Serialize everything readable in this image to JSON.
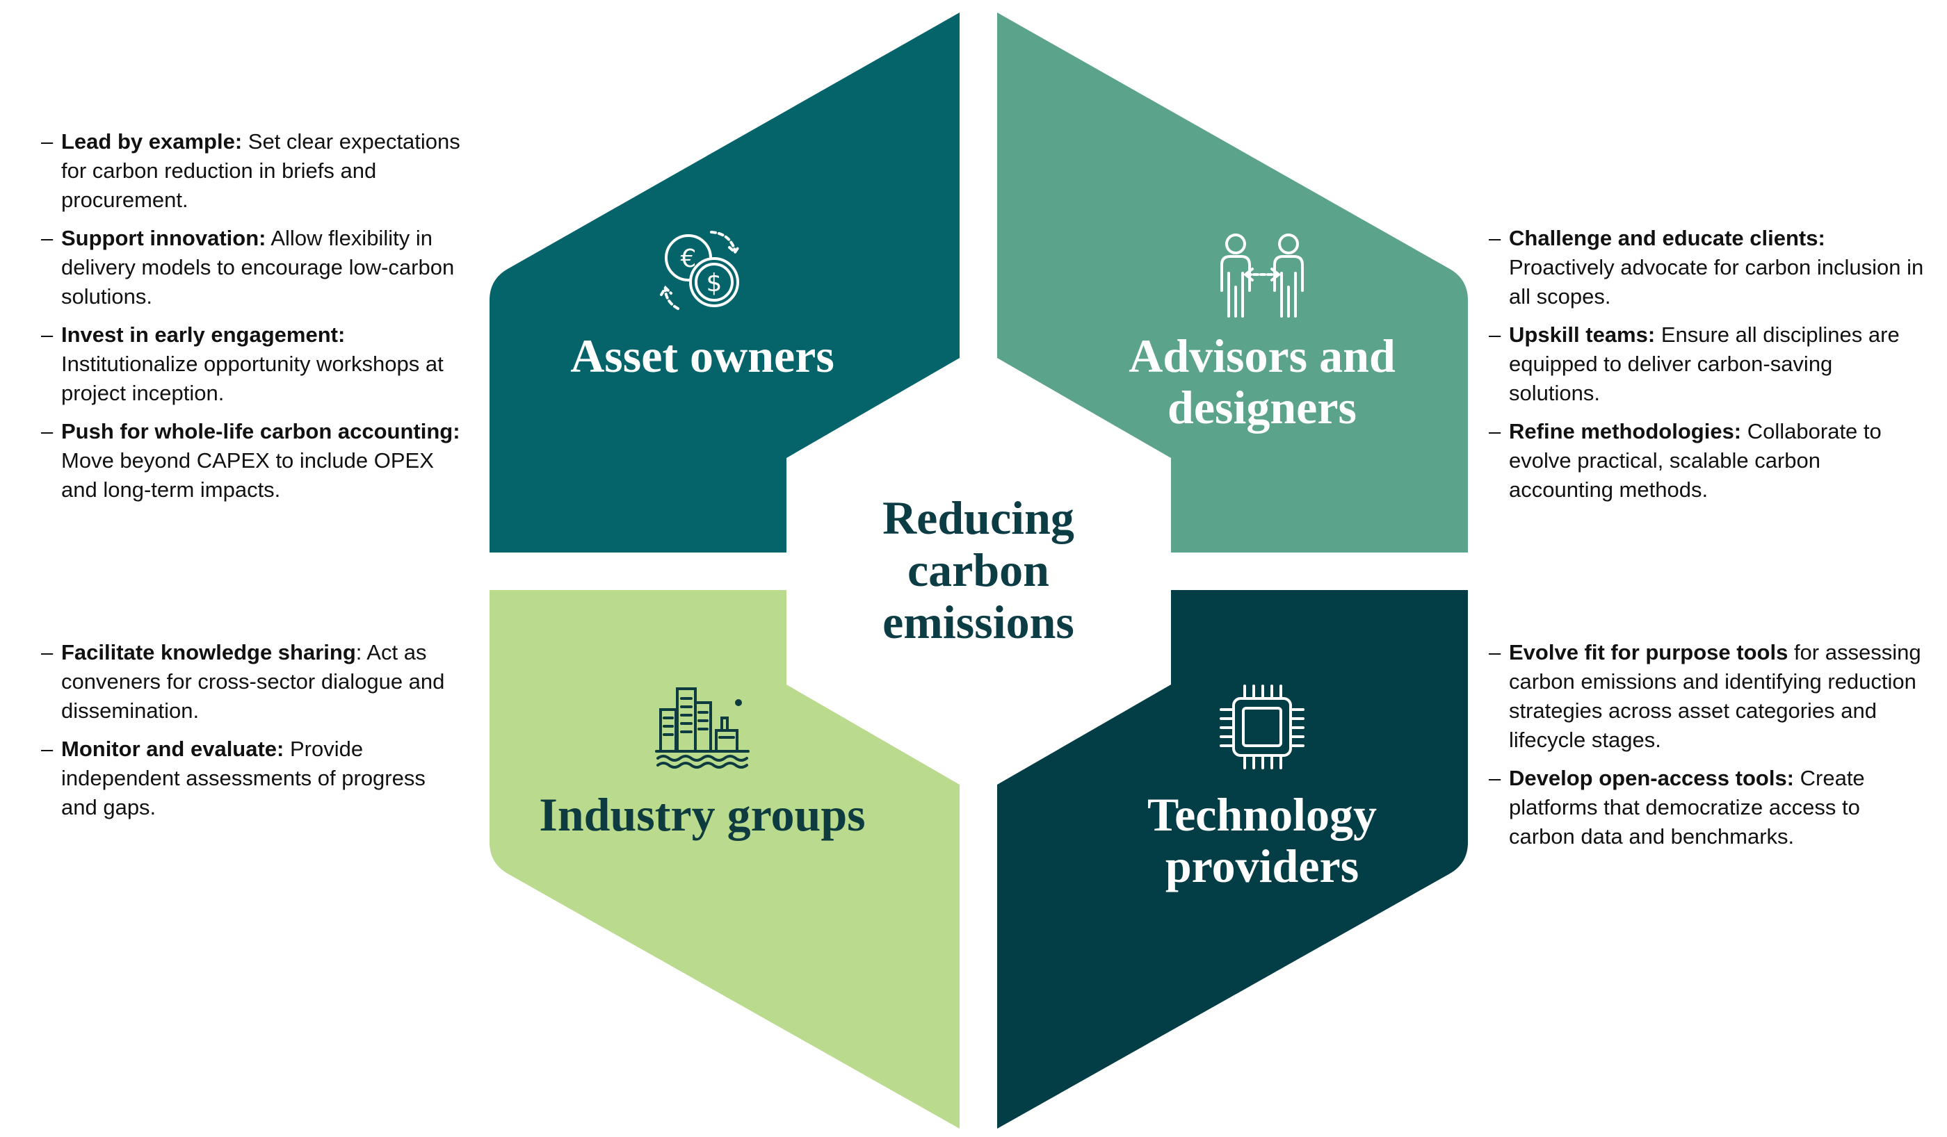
{
  "center_title": "Reducing carbon emissions",
  "colors": {
    "asset_owners": "#04646A",
    "advisors": "#5BA38A",
    "industry": "#BADB8D",
    "technology": "#033D45",
    "text_dark": "#0C3C44"
  },
  "segments": [
    {
      "title": "Asset owners",
      "icon": "currency-exchange-icon"
    },
    {
      "title": "Advisors and designers",
      "icon": "people-exchange-icon"
    },
    {
      "title": "Industry groups",
      "icon": "city-industry-icon"
    },
    {
      "title": "Technology providers",
      "icon": "microchip-icon"
    }
  ],
  "left_top": [
    {
      "bold": "Lead by example:",
      "text": " Set clear expectations for carbon reduction in briefs and procurement."
    },
    {
      "bold": "Support innovation:",
      "text": " Allow flexibility in delivery models to encourage low-carbon solutions."
    },
    {
      "bold": "Invest in early engagement:",
      "text": " Institutionalize opportunity workshops at project inception."
    },
    {
      "bold": "Push for whole-life carbon accounting:",
      "text": " Move beyond CAPEX to include OPEX and long-term impacts."
    }
  ],
  "left_bottom": [
    {
      "bold": "Facilitate knowledge sharing",
      "text": ": Act as conveners for cross-sector dialogue and dissemination."
    },
    {
      "bold": "Monitor and evaluate:",
      "text": " Provide independent assessments of progress and gaps."
    }
  ],
  "right_top": [
    {
      "bold": "Challenge and educate clients:",
      "text": " Proactively advocate for carbon inclusion in all scopes."
    },
    {
      "bold": "Upskill teams:",
      "text": " Ensure all disciplines are equipped to deliver carbon-saving solutions."
    },
    {
      "bold": "Refine methodologies:",
      "text": " Collaborate to evolve practical, scalable carbon accounting methods."
    }
  ],
  "right_bottom": [
    {
      "bold": "Evolve fit for purpose tools",
      "text": " for assessing carbon emissions and identifying reduction strategies across asset categories and lifecycle stages."
    },
    {
      "bold": "Develop open-access tools:",
      "text": " Create platforms that democratize access to carbon data and benchmarks."
    }
  ],
  "dash": "–"
}
